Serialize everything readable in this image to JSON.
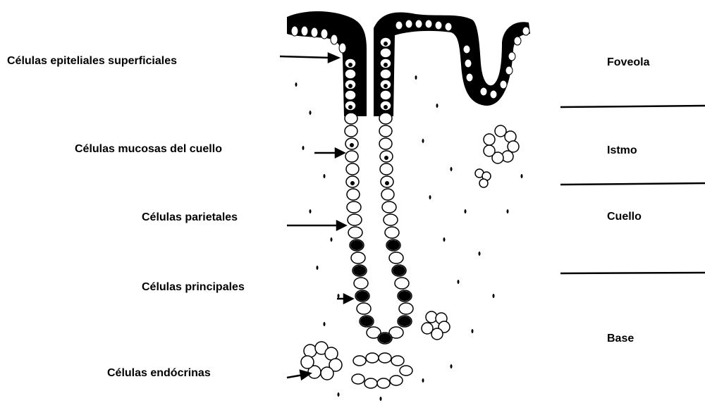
{
  "labels_left": [
    "Células epiteliales superficiales",
    "Células mucosas del cuello",
    "Células parietales",
    "Células principales",
    "Células endócrinas"
  ],
  "zones_right": [
    "Foveola",
    "Istmo",
    "Cuello",
    "Base"
  ],
  "colors": {
    "ink": "#000000",
    "background": "#ffffff"
  }
}
